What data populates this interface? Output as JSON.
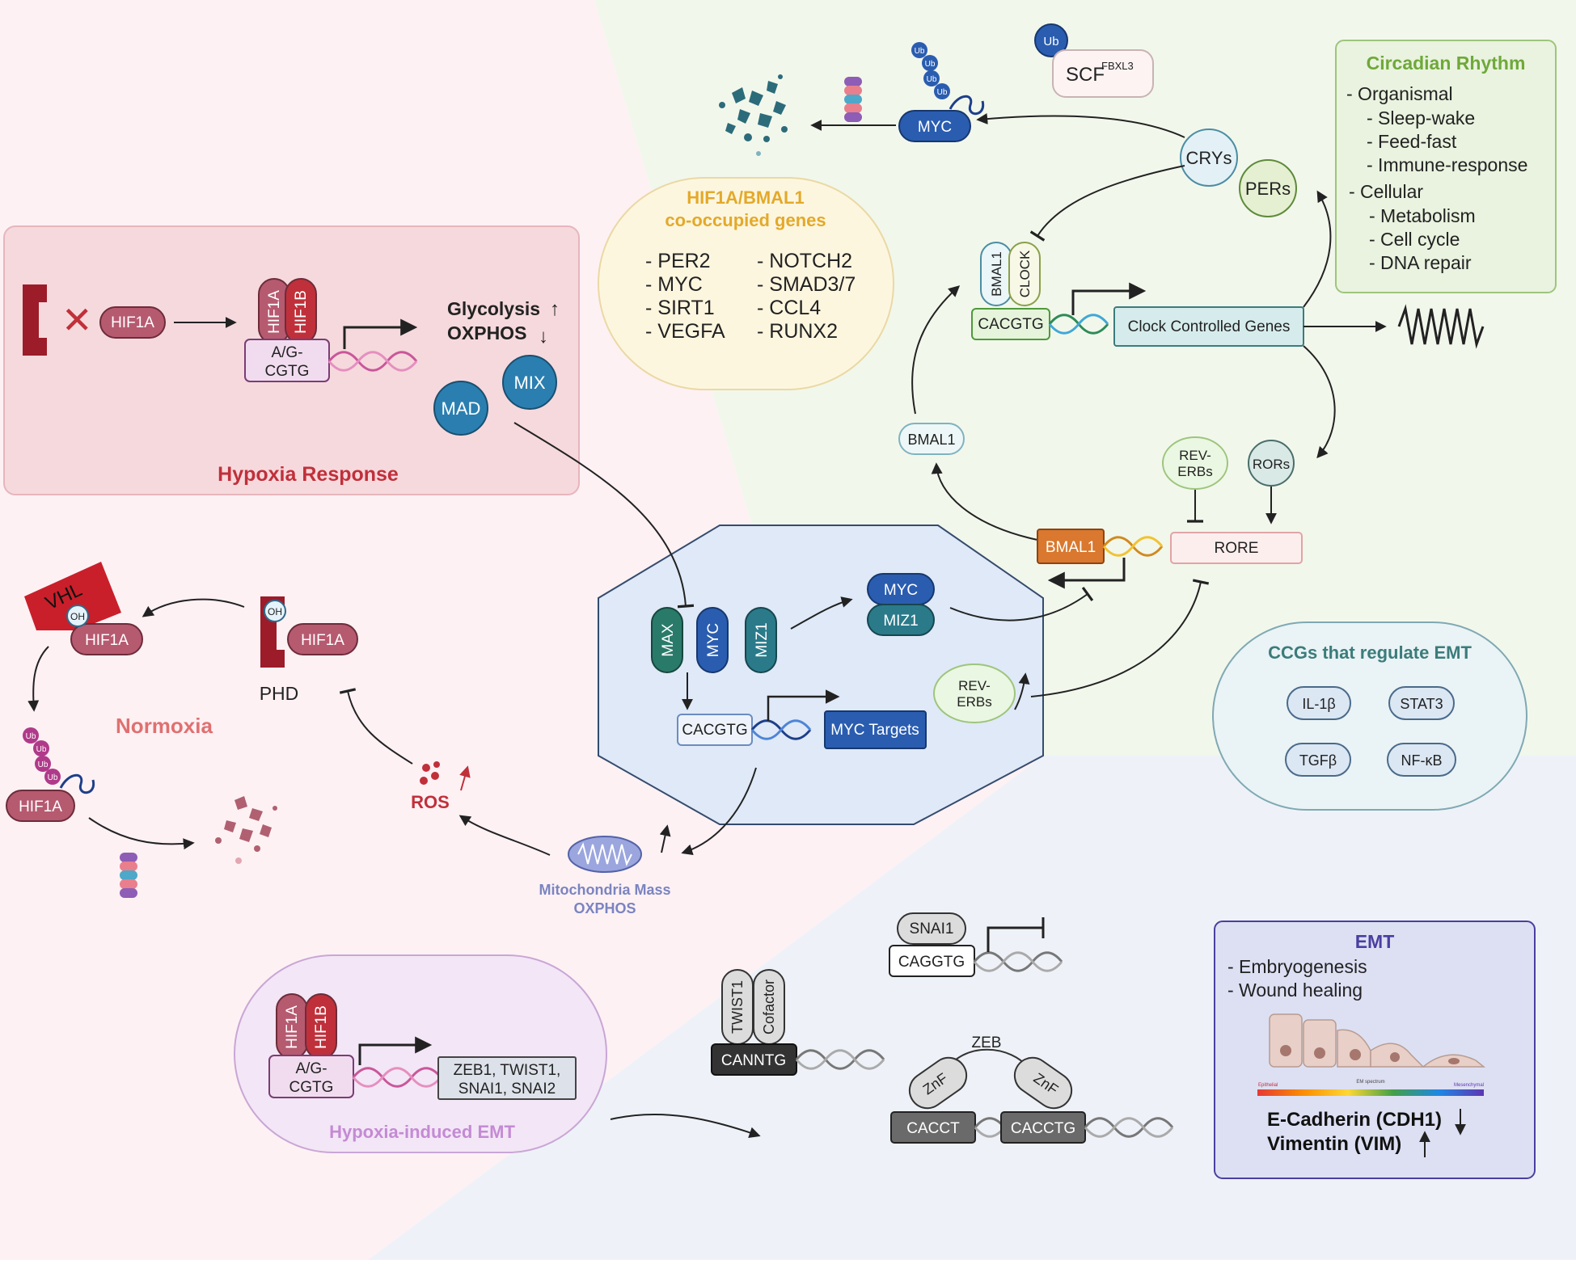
{
  "colors": {
    "hypoxia_red": "#c0303a",
    "hif_pink": "#b65a70",
    "myc_blue": "#2a5db0",
    "bmal_orange": "#d9782e",
    "circadian_green": "#6fa83a",
    "emt_purple": "#4a3fa0",
    "yellow_title": "#e3a92a",
    "teal_title": "#3b7c7b"
  },
  "hypoxia": {
    "title": "Hypoxia Response",
    "hif1a": "HIF1A",
    "hif1b": "HIF1B",
    "motif_line1": "A/G-",
    "motif_line2": "CGTG",
    "glycolysis": "Glycolysis",
    "oxphos": "OXPHOS",
    "up": "↑",
    "down": "↓",
    "mad": "MAD",
    "mix": "MIX"
  },
  "cooccupied": {
    "title_line1": "HIF1A/BMAL1",
    "title_line2": "co-occupied genes",
    "col1": [
      "- PER2",
      "- MYC",
      "- SIRT1",
      "- VEGFA"
    ],
    "col2": [
      "- NOTCH2",
      "- SMAD3/7",
      "- CCL4",
      "- RUNX2"
    ]
  },
  "degradation": {
    "ub": "Ub",
    "scf": "SCF",
    "scf_sup": "FBXL3",
    "myc": "MYC"
  },
  "circadian": {
    "title": "Circadian Rhythm",
    "items": [
      "- Organismal",
      "- Sleep-wake",
      "- Feed-fast",
      "- Immune-response",
      "- Cellular",
      "- Metabolism",
      "- Cell cycle",
      "- DNA repair"
    ],
    "crys": "CRYs",
    "pers": "PERs",
    "bmal1": "BMAL1",
    "clock": "CLOCK",
    "cacgtg": "CACGTG",
    "ccg": "Clock Controlled Genes",
    "rev_erbs_1": "REV-",
    "rev_erbs_2": "ERBs",
    "rors": "RORs",
    "rore": "RORE"
  },
  "normoxia": {
    "title": "Normoxia",
    "vhl": "VHL",
    "oh": "OH",
    "hif1a": "HIF1A",
    "phd": "PHD",
    "ros": "ROS"
  },
  "myc_box": {
    "max": "MAX",
    "myc": "MYC",
    "miz1": "MIZ1",
    "cacgtg": "CACGTG",
    "targets": "MYC Targets"
  },
  "mito": {
    "line1": "Mitochondria Mass",
    "line2": "OXPHOS"
  },
  "ccgs": {
    "title": "CCGs that regulate EMT",
    "il1b": "IL-1β",
    "stat3": "STAT3",
    "tgfb": "TGFβ",
    "nfkb": "NF-κB"
  },
  "hypoxia_emt": {
    "title": "Hypoxia-induced EMT",
    "targets_line1": "ZEB1, TWIST1,",
    "targets_line2": "SNAI1, SNAI2"
  },
  "emt_tf": {
    "snai1": "SNAI1",
    "caggtg": "CAGGTG",
    "twist1": "TWIST1",
    "cofactor": "Cofactor",
    "canntg": "CANNTG",
    "zeb": "ZEB",
    "znf": "ZnF",
    "cacct": "CACCT",
    "cacctg": "CACCTG"
  },
  "emt": {
    "title": "EMT",
    "items": [
      "- Embryogenesis",
      "- Wound healing"
    ],
    "spectrum_left": "Epithelial",
    "spectrum_mid": "EM spectrum",
    "spectrum_right": "Mesenchymal",
    "ecad": "E-Cadherin (CDH1)",
    "vim": "Vimentin (VIM)"
  }
}
